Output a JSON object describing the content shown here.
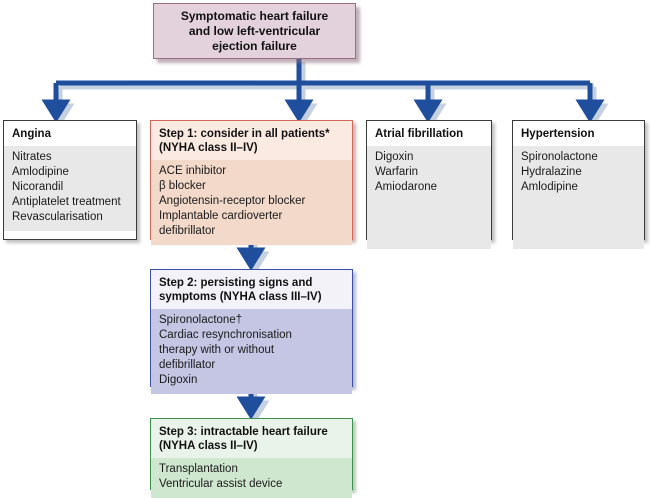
{
  "diagram": {
    "title_box": {
      "line1": "Symptomatic heart failure",
      "line2": "and low left-ventricular",
      "line3": "ejection failure"
    },
    "boxes": [
      {
        "id": "angina",
        "header": "Angina",
        "header_line2": "",
        "items": [
          "Nitrates",
          "Amlodipine",
          "Nicorandil",
          "Antiplatelet treatment",
          "Revascularisation"
        ]
      },
      {
        "id": "step1",
        "header": "Step 1: consider in all patients*",
        "header_line2": "(NYHA class II–IV)",
        "items": [
          "ACE inhibitor",
          "β blocker",
          "Angiotensin-receptor blocker",
          "Implantable cardioverter",
          "defibrillator"
        ]
      },
      {
        "id": "atrial-fibrillation",
        "header": "Atrial fibrillation",
        "header_line2": "",
        "items": [
          "Digoxin",
          "Warfarin",
          "Amiodarone"
        ]
      },
      {
        "id": "hypertension",
        "header": "Hypertension",
        "header_line2": "",
        "items": [
          "Spironolactone",
          "Hydralazine",
          "Amlodipine"
        ]
      },
      {
        "id": "step2",
        "header": "Step 2: persisting signs and",
        "header_line2": "symptoms (NYHA class III–IV)",
        "items": [
          "Spironolactone†",
          "Cardiac resynchronisation",
          "therapy with or without",
          "defibrillator",
          "Digoxin"
        ]
      },
      {
        "id": "step3",
        "header": "Step 3: intractable heart failure",
        "header_line2": "(NYHA class II–IV)",
        "items": [
          "Transplantation",
          "Ventricular assist device"
        ]
      }
    ],
    "colors": {
      "connector": "#1f4e9c",
      "connector_shadow": "#c3cfdf",
      "title_fill": "#e3d2dc",
      "title_border": "#9b6e84",
      "step1_fill": "#f2d9c9",
      "step1_border": "#d2685c",
      "step2_fill": "#c5c6e4",
      "step2_border": "#3b4fa0",
      "step3_fill": "#cfe6cf",
      "step3_border": "#3f8f4e",
      "category_fill": "#e8e8e8",
      "category_border": "#3a3a3a"
    }
  }
}
